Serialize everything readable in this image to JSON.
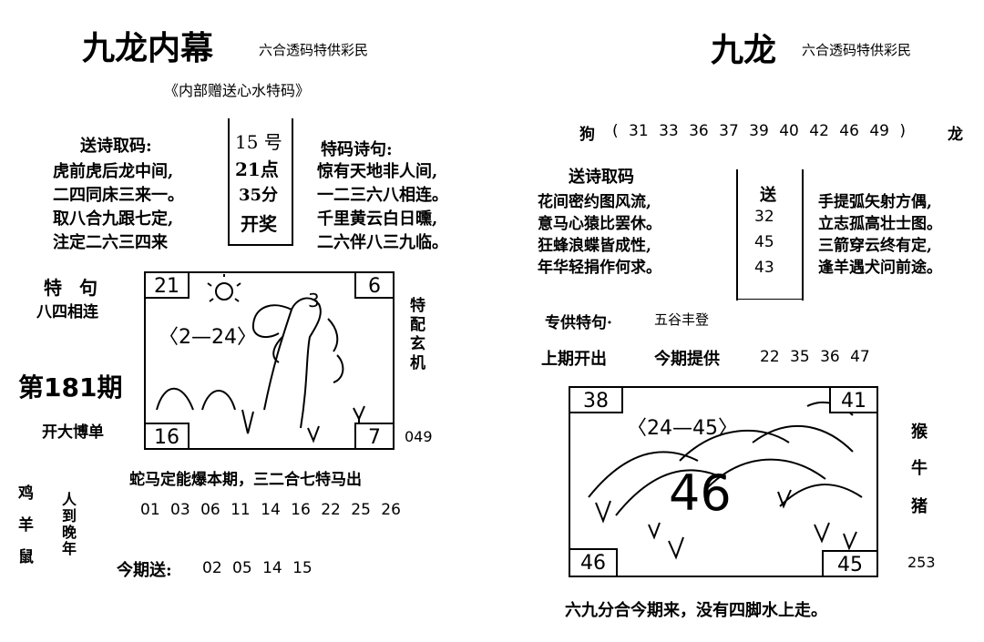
{
  "left": {
    "title": "九龙内幕",
    "subtitle": "六合透码特供彩民",
    "note": "《内部赠送心水特码》",
    "poem_heading": "送诗取码:",
    "poem_lines": [
      "虎前虎后龙中间,",
      "二四同床三来一。",
      "取八合九跟七定,",
      "注定二六三四来"
    ],
    "draw_box": {
      "line1": "15 号",
      "line2": "21点",
      "line3": "35分",
      "line4": "开奖"
    },
    "special_heading": "特码诗句:",
    "special_lines": [
      "惊有天地非人间,",
      "一二三六八相连。",
      "千里黄云白日曛,",
      "二六伴八三九临。"
    ],
    "phrase_title": "特 句",
    "phrase_text": "八四相连",
    "issue": "第181期",
    "big_bet": "开大博单",
    "image": {
      "corner_tl": "21",
      "corner_tr": "6",
      "corner_bl": "16",
      "corner_br": "7",
      "handwriting": "〈2—24〉",
      "mark": "3"
    },
    "side_label": "特配玄机",
    "side_number": "049",
    "banner": "蛇马定能爆本期，三二合七特马出",
    "numbers": "01 03 06 11 14 16 22 25 26",
    "zodiac_col": "鸡羊鼠",
    "night_col": "人到晚年",
    "send_label": "今期送:",
    "send_numbers": "02 05 14 15"
  },
  "right": {
    "title": "九龙",
    "subtitle": "六合透码特供彩民",
    "dog_line": {
      "left": "狗",
      "numbers": "( 31 33 36 37 39 40 42 46 49 )",
      "right": "龙"
    },
    "poem_heading": "送诗取码",
    "poem_lines": [
      "花间密约图风流,",
      "意马心猿比罢休。",
      "狂蜂浪蝶皆成性,",
      "年华轻捐作何求。"
    ],
    "send_box": {
      "label": "送",
      "values": [
        "32",
        "45",
        "43"
      ]
    },
    "special_lines": [
      "手提弧矢射方偶,",
      "立志孤高壮士图。",
      "三箭穿云终有定,",
      "逢羊遇犬问前途。"
    ],
    "special_phrase_label": "专供特句·",
    "special_phrase": "五谷丰登",
    "prev_label": "上期开出",
    "offer_label": "今期提供",
    "offer_numbers": "22 35 36 47",
    "image": {
      "corner_tl": "38",
      "corner_tr": "41",
      "corner_bl": "46",
      "corner_br": "45",
      "handwriting": "〈24—45〉",
      "big_number": "46"
    },
    "zodiacs": [
      "猴",
      "牛",
      "猪"
    ],
    "side_number": "253",
    "bottom_line": "六九分合今期来，没有四脚水上走。"
  }
}
